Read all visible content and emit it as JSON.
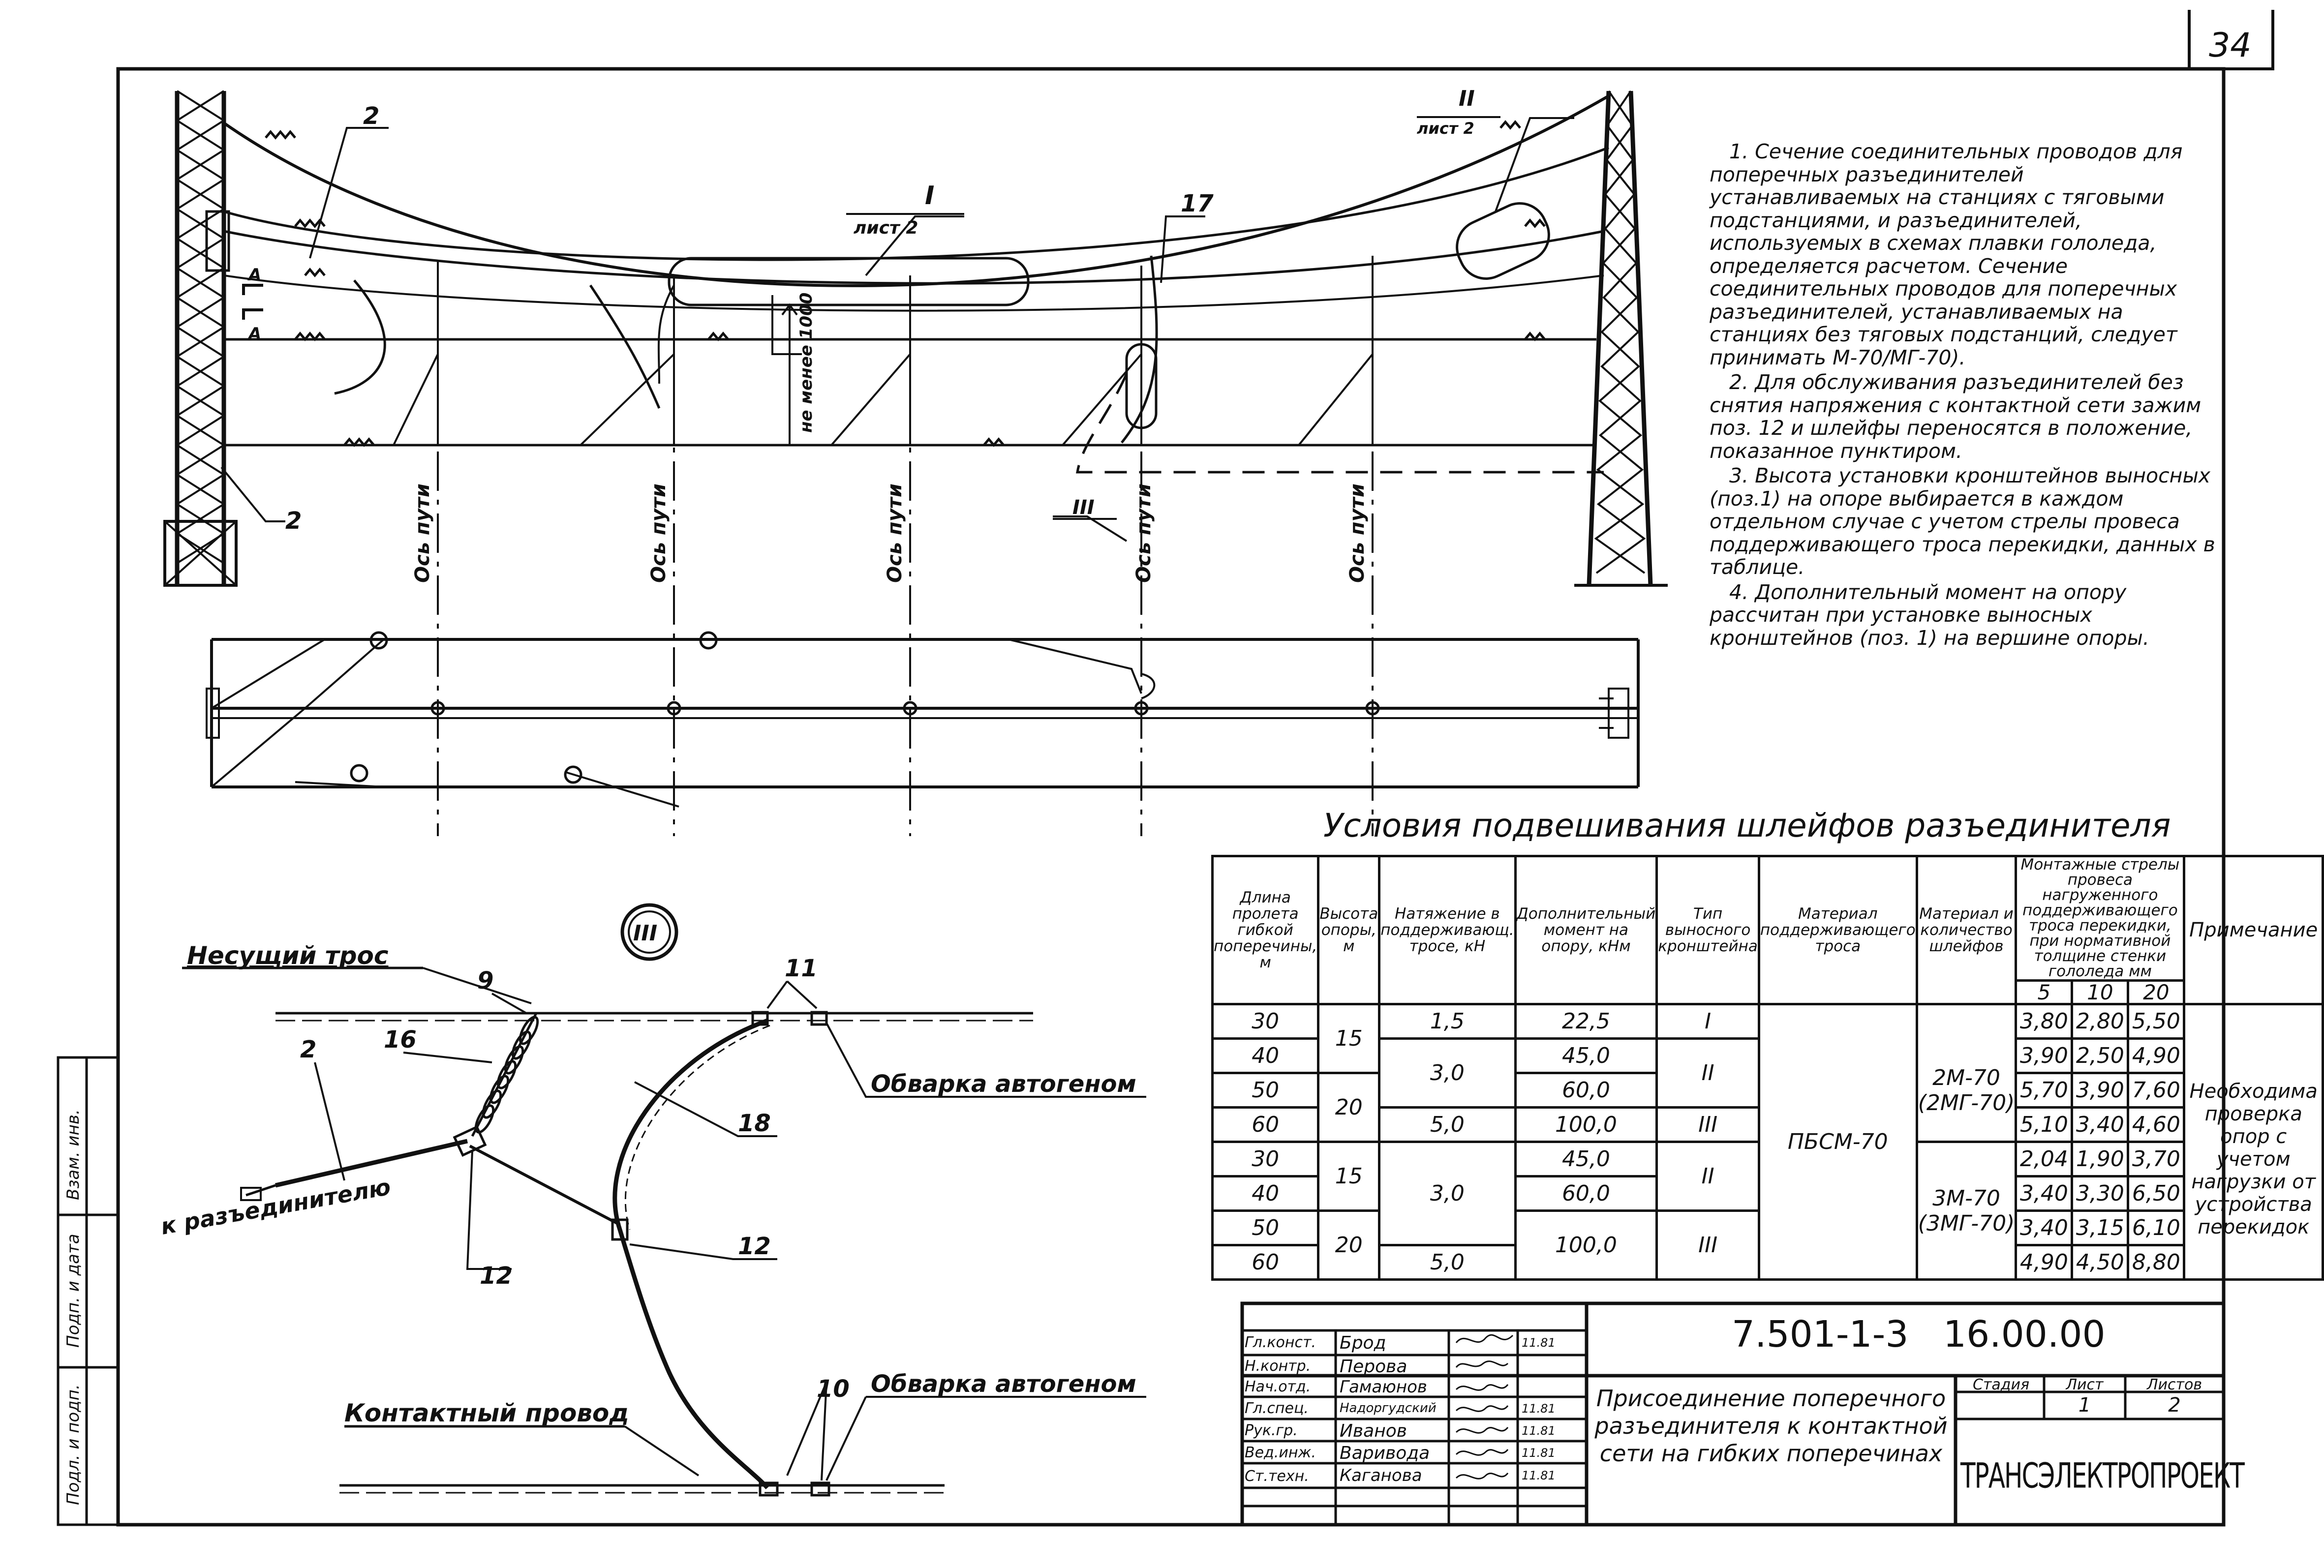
{
  "sheet_number": "34",
  "notes": [
    "1. Сечение соединительных проводов для поперечных разъединителей устанавливаемых на станциях с тяговыми подстанциями, и разъединителей, используемых в схемах плавки гололеда, определяется расчетом. Сечение соединительных проводов для поперечных разъединителей, устанавливаемых на станциях без тяговых подстанций, следует принимать М-70/МГ-70).",
    "2. Для обслуживания разъединителей без снятия напряжения с контактной сети зажим поз. 12 и шлейфы переносятся в положение, показанное пунктиром.",
    "3. Высота установки кронштейнов выносных (поз.1) на опоре выбирается в каждом отдельном случае с учетом стрелы провеса поддерживающего троса перекидки, данных в таблице.",
    "4. Дополнительный момент на опору рассчитан при установке выносных кронштейнов (поз. 1) на вершине опоры."
  ],
  "elevation_labels": {
    "pos2_top": "2",
    "pos2_bottom": "2",
    "pos17": "17",
    "lbl_A": "А",
    "lbl_A2": "А",
    "view_I": "I",
    "view_I_sheet": "лист 2",
    "view_II": "II",
    "view_II_sheet": "лист 2",
    "view_III": "III",
    "min_height": "не менее 1000",
    "track_axes": [
      "Ось пути",
      "Ось пути",
      "Ось пути",
      "Ось пути",
      "Ось пути"
    ]
  },
  "detail": {
    "title": "III",
    "bearing_cable": "Несущий трос",
    "contact_wire": "Контактный провод",
    "to_disconnector": "к разъединителю",
    "weld_top": "Обварка автогеном",
    "weld_bottom": "Обварка автогеном",
    "pos": {
      "p9": "9",
      "p16": "16",
      "p2": "2",
      "p11": "11",
      "p18": "18",
      "p12a": "12",
      "p12b": "12",
      "p10": "10"
    }
  },
  "table": {
    "title": "Условия подвешивания шлейфов разъединителя",
    "headers": {
      "span": "Длина пролета гибкой поперечины, м",
      "height": "Высота опоры, м",
      "tension": "Натяжение в поддерживающ. тросе, кН",
      "moment": "Дополнительный момент на опору, кНм",
      "bracket": "Тип выносного кронштейна",
      "cable": "Материал поддерживающего троса",
      "loop": "Материал и количество шлейфов",
      "sag": "Монтажные стрелы провеса нагруженного поддерживающего троса перекидки, при нормативной толщине стенки гололеда мм",
      "sag_cols": [
        "5",
        "10",
        "20"
      ],
      "note": "Примечание"
    },
    "rows": [
      {
        "span": "30",
        "sag": [
          "3,80",
          "2,80",
          "5,50"
        ]
      },
      {
        "span": "40",
        "sag": [
          "3,90",
          "2,50",
          "4,90"
        ]
      },
      {
        "span": "50",
        "sag": [
          "5,70",
          "3,90",
          "7,60"
        ]
      },
      {
        "span": "60",
        "sag": [
          "5,10",
          "3,40",
          "4,60"
        ]
      },
      {
        "span": "30",
        "sag": [
          "2,04",
          "1,90",
          "3,70"
        ]
      },
      {
        "span": "40",
        "sag": [
          "3,40",
          "3,30",
          "6,50"
        ]
      },
      {
        "span": "50",
        "sag": [
          "3,40",
          "3,15",
          "6,10"
        ]
      },
      {
        "span": "60",
        "sag": [
          "4,90",
          "4,50",
          "8,80"
        ]
      }
    ],
    "heights": [
      "15",
      "20",
      "15",
      "20"
    ],
    "tensions": [
      "1,5",
      "3,0",
      "5,0",
      "3,0",
      "5,0"
    ],
    "moments": [
      "22,5",
      "45,0",
      "60,0",
      "100,0",
      "45,0",
      "60,0",
      "100,0"
    ],
    "brackets": [
      "I",
      "II",
      "III",
      "II",
      "III"
    ],
    "cable_material": "ПБСМ-70",
    "loop_materials": [
      "2М-70 (2МГ-70)",
      "3М-70 (3МГ-70)"
    ],
    "note_text": "Необходима проверка опор с учетом нагрузки от устройства перекидок"
  },
  "title_block": {
    "doc_code": "7.501-1-3",
    "doc_number": "16.00.00",
    "title": "Присоединение поперечного разъединителя к контактной сети на гибких поперечинах",
    "stage_label": "Стадия",
    "sheet_label": "Лист",
    "sheets_label": "Листов",
    "sheet_value": "1",
    "sheets_value": "2",
    "organization": "ТРАНСЭЛЕКТРОПРОЕКТ",
    "signatures": [
      {
        "role": "Гл.конст.",
        "name": "Брод",
        "date": "11.81"
      },
      {
        "role": "Н.контр.",
        "name": "Перова",
        "date": ""
      },
      {
        "role": "Нач.отд.",
        "name": "Гамаюнов",
        "date": ""
      },
      {
        "role": "Гл.спец.",
        "name": "Надоргудский",
        "date": "11.81"
      },
      {
        "role": "Рук.гр.",
        "name": "Иванов",
        "date": "11.81"
      },
      {
        "role": "Вед.инж.",
        "name": "Варивода",
        "date": "11.81"
      },
      {
        "role": "Ст.техн.",
        "name": "Каганова",
        "date": "11.81"
      }
    ]
  },
  "side_stamp": [
    "Подл. и подп.",
    "Подп. и дата",
    "Взам. инв."
  ]
}
